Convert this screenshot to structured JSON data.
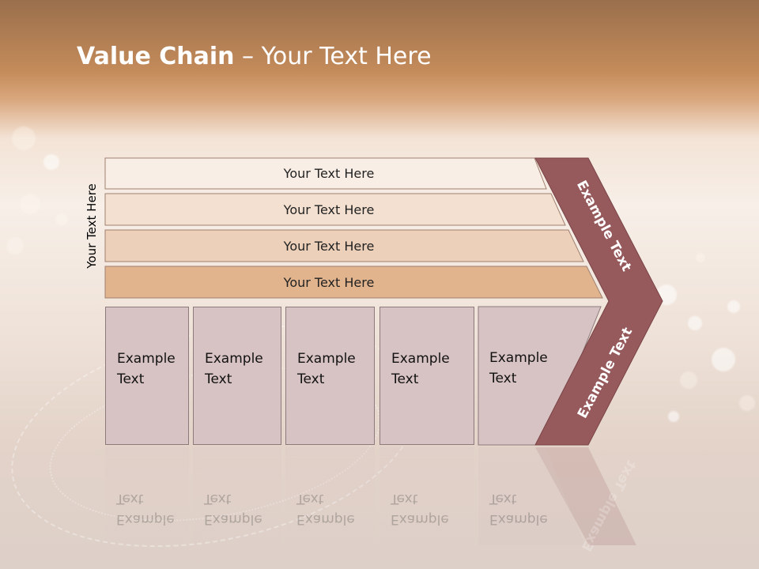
{
  "title": {
    "bold": "Value Chain",
    "rest": " – Your Text Here"
  },
  "side_label": "Your Text Here",
  "bars": [
    "Your Text Here",
    "Your Text Here",
    "Your Text Here",
    "Your Text Here"
  ],
  "cards": [
    {
      "line1": "Example",
      "line2": "Text"
    },
    {
      "line1": "Example",
      "line2": "Text"
    },
    {
      "line1": "Example",
      "line2": "Text"
    },
    {
      "line1": "Example",
      "line2": "Text"
    },
    {
      "line1": "Example",
      "line2": "Text"
    }
  ],
  "chevron_upper": "Example Text",
  "chevron_lower": "Example Text",
  "colors": {
    "bar1": "#f9eee6",
    "bar2": "#f3e0d0",
    "bar3": "#ecd0b9",
    "bar4": "#e2b48d",
    "bar_border": "#a08070",
    "card": "#d8c3c4",
    "chevron": "#96595c"
  }
}
